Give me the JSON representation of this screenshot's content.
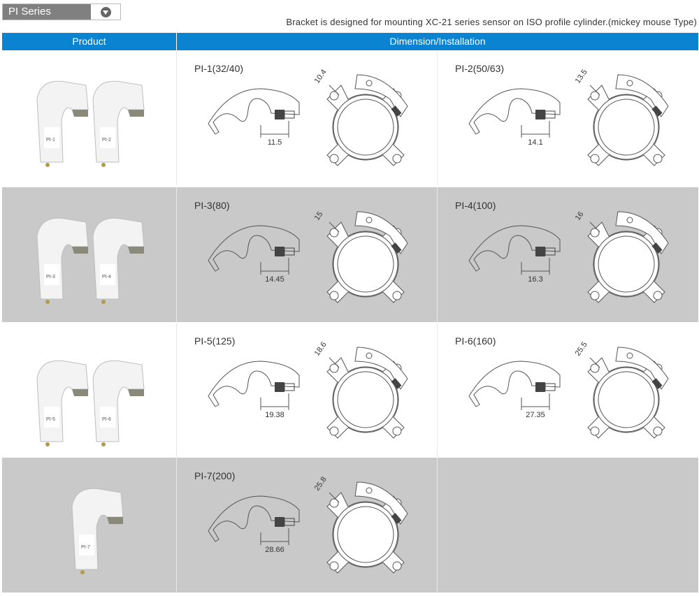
{
  "header": {
    "title": "PI Series Bracket",
    "dropdown_icon": "chevron-down-circle-icon",
    "description": "Bracket is designed for mounting XC-21 series sensor on ISO profile cylinder.(mickey mouse Type)"
  },
  "table": {
    "col_product": "Product",
    "col_dimension": "Dimension/Installation"
  },
  "rows": [
    {
      "photo_labels": [
        "PI-1",
        "PI-2"
      ],
      "items": [
        {
          "name": "PI-1(32/40)",
          "width_dim": "11.5",
          "gap_dim": "10.4"
        },
        {
          "name": "PI-2(50/63)",
          "width_dim": "14.1",
          "gap_dim": "13.5"
        }
      ]
    },
    {
      "photo_labels": [
        "PI-3",
        "PI-4"
      ],
      "items": [
        {
          "name": "PI-3(80)",
          "width_dim": "14.45",
          "gap_dim": "15"
        },
        {
          "name": "PI-4(100)",
          "width_dim": "16.3",
          "gap_dim": "16"
        }
      ]
    },
    {
      "photo_labels": [
        "PI-5",
        "PI-6"
      ],
      "items": [
        {
          "name": "PI-5(125)",
          "width_dim": "19.38",
          "gap_dim": "18.6"
        },
        {
          "name": "PI-6(160)",
          "width_dim": "27.35",
          "gap_dim": "25.5"
        }
      ]
    },
    {
      "photo_labels": [
        "PI-7"
      ],
      "items": [
        {
          "name": "PI-7(200)",
          "width_dim": "28.66",
          "gap_dim": "25.8"
        }
      ]
    }
  ]
}
